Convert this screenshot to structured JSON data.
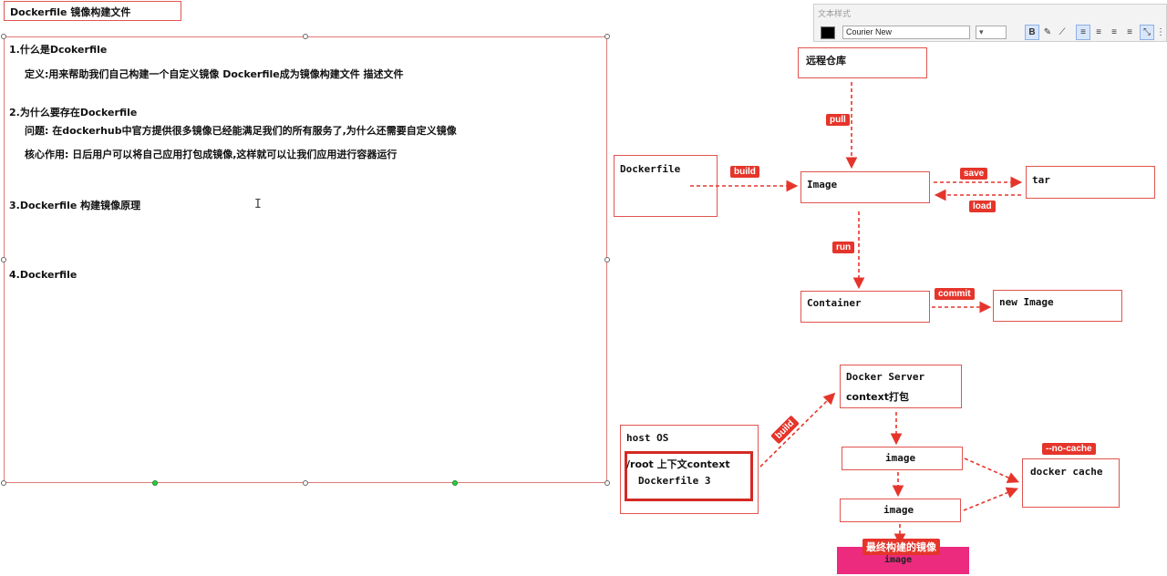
{
  "doc": {
    "title": "Dockerfile  镜像构建文件",
    "h1": "1.什么是Dcokerfile",
    "def": "定义:用来帮助我们自己构建一个自定义镜像  Dockerfile成为镜像构建文件 描述文件",
    "h2": "2.为什么要存在Dockerfile",
    "problem": "问题: 在dockerhub中官方提供很多镜像已经能满足我们的所有服务了,为什么还需要自定义镜像",
    "core": "核心作用: 日后用户可以将自己应用打包成镜像,这样就可以让我们应用进行容器运行",
    "h3": "3.Dockerfile 构建镜像原理",
    "h4": "4.Dockerfile"
  },
  "toolbar": {
    "title": "文本样式",
    "font": "Courier New",
    "size": "",
    "text_color": "#000000"
  },
  "diagram1": {
    "remote": "远程仓库",
    "dockerfile": "Dockerfile",
    "image": "Image",
    "tar": "tar",
    "container": "Container",
    "new_image": "new Image",
    "pull": "pull",
    "build": "build",
    "save": "save",
    "load": "load",
    "run": "run",
    "commit": "commit"
  },
  "diagram2": {
    "host": "host OS",
    "root_ctx": "/root 上下文context",
    "dockerfile3": "Dockerfile 3",
    "build": "build",
    "server": "Docker Server",
    "ctx_pack": "context打包",
    "image1": "image",
    "image2": "image",
    "no_cache": "--no-cache",
    "docker_cache": "docker cache",
    "final_label": "最终构建的镜像",
    "final_image": "image"
  },
  "colors": {
    "accent": "#e5352b",
    "box_border": "#e0544f",
    "final_fill": "#ec2b7f"
  }
}
